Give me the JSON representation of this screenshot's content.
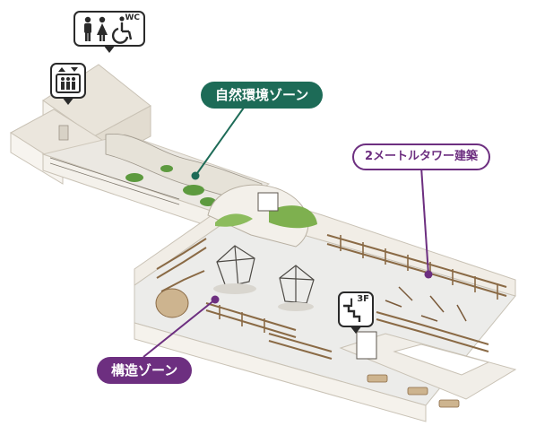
{
  "labels": {
    "nature_zone": "自然環境ゾーン",
    "tower_architecture": "2メートルタワー建築",
    "structure_zone": "構造ゾーン"
  },
  "icons": {
    "restroom": [
      "male-toilet-icon",
      "female-toilet-icon",
      "wheelchair-icon"
    ],
    "restroom_badge": "WC",
    "elevator": "elevator-icon",
    "stairs": "stairs-icon",
    "stairs_floor": "3F"
  },
  "colors": {
    "nature_zone": "#1d6b57",
    "structure_zone": "#6d2f80",
    "tower_outline": "#6d2f80",
    "floor": "#ececea",
    "wall": "#f1ede6",
    "fence": "#8a6a45",
    "plant": "#5d9a3f"
  }
}
